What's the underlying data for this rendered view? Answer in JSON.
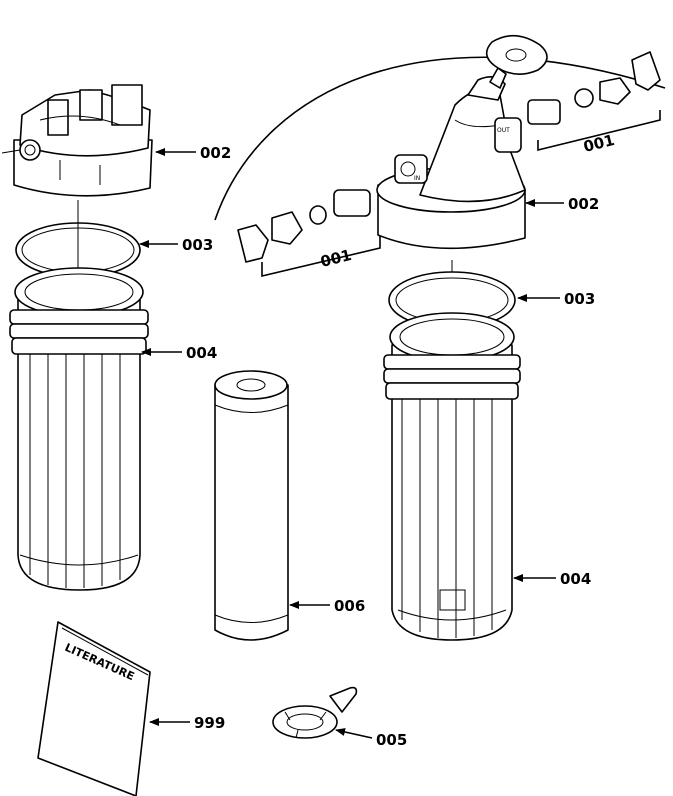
{
  "callouts": {
    "fittings_right": "001",
    "fittings_left": "001",
    "cap_left": "002",
    "cap_right": "002",
    "oring_left": "003",
    "oring_right": "003",
    "housing_left": "004",
    "housing_right": "004",
    "wrench": "005",
    "cartridge": "006",
    "literature": "999"
  },
  "labels": {
    "booklet_title": "LITERATURE",
    "port_in": "IN",
    "port_out": "OUT"
  }
}
